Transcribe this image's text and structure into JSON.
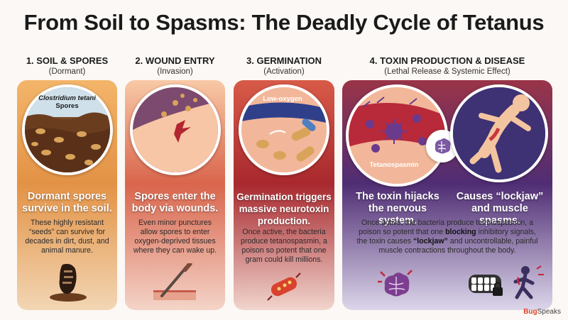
{
  "title": "From Soil to Spasms: The Deadly Cycle of Tetanus",
  "stages": [
    {
      "heading": "1. SOIL & SPORES",
      "subheading": "(Dormant)",
      "illustration_label": "Clostridium tetani",
      "illustration_label2": "Spores",
      "headline_line1": "Dormant spores",
      "headline_line2": "survive in the soil.",
      "body_lines": [
        "These highly resistant",
        "“seeds” can survive for",
        "decades in dirt, dust, and",
        "animal manure."
      ],
      "icon": "boot-print-icon"
    },
    {
      "heading": "2. WOUND ENTRY",
      "subheading": "(Invasion)",
      "headline_line1": "Spores enter the",
      "headline_line2": "body via wounds.",
      "body_lines": [
        "Even minor punctures",
        "allow spores to enter",
        "oxygen-deprived tissues",
        "where they can wake up."
      ],
      "icon": "rusty-nail-icon"
    },
    {
      "heading": "3. GERMINATION",
      "subheading": "(Activation)",
      "illustration_label": "Low-oxygen",
      "headline_line1": "Germination triggers",
      "headline_line2": "massive neurotoxin",
      "headline_line3": "production.",
      "body_lines": [
        "Once active, the bacteria",
        "produce tetanospasmin, a",
        "poison so potent that one",
        "gram could kill millions."
      ],
      "icon": "bacterium-icon"
    },
    {
      "heading": "4. TOXIN PRODUCTION & DISEASE",
      "subheading": "(Lethal Release & Systemic Effect)",
      "illustration_label": "Tetanospasmin",
      "headline_a_line1": "The toxin hijacks",
      "headline_a_line2": "the nervous system.",
      "headline_b_line1": "Causes “lockjaw”",
      "headline_b_line2": "and muscle spasms.",
      "body_line1": "Once active, the bacteria produce tetanospasmin, a",
      "body_line2_pre": "poison so potent that one ",
      "body_line2_bold": "blocking",
      "body_line2_post": " inhibitory signals,",
      "body_line3_pre": "the toxin causes ",
      "body_line3_bold": "“lockjaw”",
      "body_line3_post": " and uncontrollable, painful",
      "body_line4": "muscle contractions throughout the body."
    }
  ],
  "brand": {
    "prefix": "Bug",
    "suffix": "Speaks"
  },
  "colors": {
    "stage1": "#e39245",
    "stage2": "#d9654c",
    "stage3": "#a8282e",
    "stage4": "#4f2d74"
  }
}
